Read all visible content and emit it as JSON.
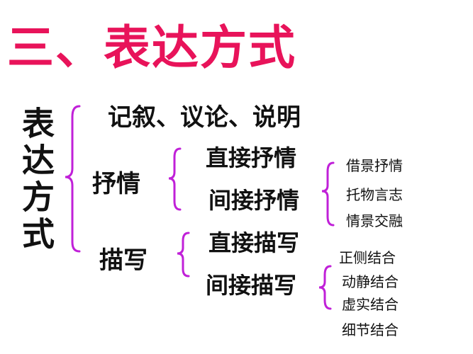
{
  "title": "三、表达方式",
  "root": {
    "label": "表达方式"
  },
  "branches": {
    "narration": {
      "label": "记叙、议论、说明"
    },
    "lyric": {
      "label": "抒情",
      "children": [
        {
          "label": "直接抒情"
        },
        {
          "label": "间接抒情",
          "methods": [
            "借景抒情",
            "托物言志",
            "情景交融"
          ]
        }
      ]
    },
    "description": {
      "label": "描写",
      "children": [
        {
          "label": "直接描写"
        },
        {
          "label": "间接描写",
          "methods": [
            "正侧结合",
            "动静结合",
            "虚实结合",
            "细节结合"
          ]
        }
      ]
    }
  },
  "colors": {
    "title": "#e8135a",
    "brace": "#c020d8",
    "text": "#111111"
  }
}
